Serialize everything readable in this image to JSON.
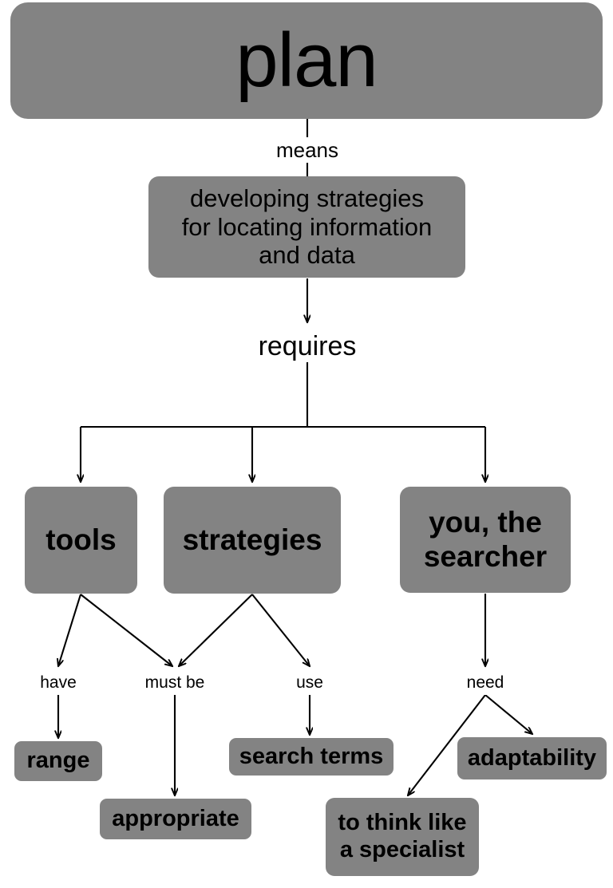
{
  "diagram": {
    "title": "plan",
    "type": "concept-map",
    "palette": {
      "node_fill": "#838383",
      "text": "#000000",
      "background": "#ffffff",
      "edge": "#000000"
    },
    "nodes": {
      "root": {
        "label": "plan"
      },
      "means": {
        "label": "developing strategies\nfor locating information\nand data"
      },
      "tools": {
        "label": "tools"
      },
      "strategies": {
        "label": "strategies"
      },
      "searcher": {
        "label": "you, the\nsearcher"
      },
      "range": {
        "label": "range"
      },
      "appropriate": {
        "label": "appropriate"
      },
      "search_terms": {
        "label": "search terms"
      },
      "think_specialist": {
        "label": "to think like\na specialist"
      },
      "adaptability": {
        "label": "adaptability"
      }
    },
    "edge_labels": {
      "means": "means",
      "requires": "requires",
      "have": "have",
      "must_be": "must be",
      "use": "use",
      "need": "need"
    },
    "relations": [
      {
        "from": "plan",
        "label": "means",
        "to": "developing strategies for locating information and data"
      },
      {
        "from": "developing strategies for locating information and data",
        "label": "requires",
        "to": "tools"
      },
      {
        "from": "developing strategies for locating information and data",
        "label": "requires",
        "to": "strategies"
      },
      {
        "from": "developing strategies for locating information and data",
        "label": "requires",
        "to": "you, the searcher"
      },
      {
        "from": "tools",
        "label": "have",
        "to": "range"
      },
      {
        "from": "tools",
        "label": "must be",
        "to": "appropriate"
      },
      {
        "from": "strategies",
        "label": "must be",
        "to": "appropriate"
      },
      {
        "from": "strategies",
        "label": "use",
        "to": "search terms"
      },
      {
        "from": "you, the searcher",
        "label": "need",
        "to": "to think like a specialist"
      },
      {
        "from": "you, the searcher",
        "label": "need",
        "to": "adaptability"
      }
    ]
  }
}
